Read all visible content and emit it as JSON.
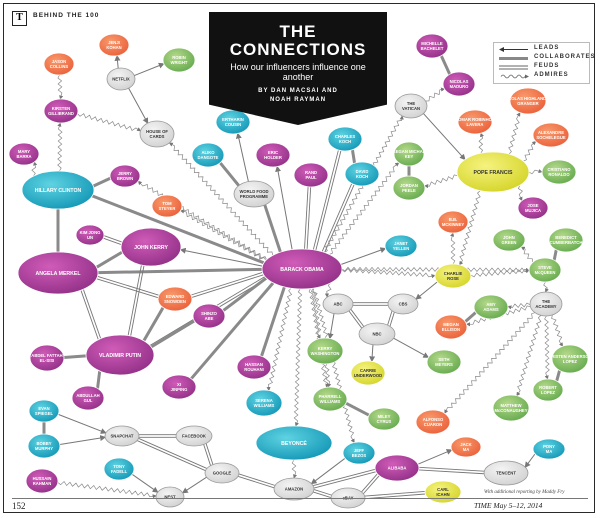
{
  "header": {
    "logo": "T",
    "section": "BEHIND THE 100"
  },
  "title": {
    "line1": "THE",
    "line2": "CONNECTIONS",
    "subtitle": "How our influencers influence one another",
    "byline1": "BY DAN MACSAI AND",
    "byline2": "NOAH RAYMAN"
  },
  "legend": {
    "items": [
      {
        "key": "leads",
        "label": "LEADS"
      },
      {
        "key": "collaborates",
        "label": "COLLABORATES"
      },
      {
        "key": "feuds",
        "label": "FEUDS"
      },
      {
        "key": "admires",
        "label": "ADMIRES"
      }
    ]
  },
  "colors": {
    "magenta": "#b0389a",
    "orange": "#f3784e",
    "teal": "#1ab3c9",
    "green": "#8cc16a",
    "yellow": "#eae93f",
    "gray": "#e3e3e3",
    "line": "#8d8d8d"
  },
  "nodes": [
    {
      "id": "mary_barra",
      "label": "MARY BARRA",
      "color": "magenta"
    },
    {
      "id": "hillary_clinton",
      "label": "HILLARY CLINTON",
      "color": "teal"
    },
    {
      "id": "kirsten_gillibrand",
      "label": "KIRSTEN GILLIBRAND",
      "color": "magenta"
    },
    {
      "id": "jason_collins",
      "label": "JASON COLLINS",
      "color": "orange"
    },
    {
      "id": "jenji_kohan",
      "label": "JENJI KOHAN",
      "color": "orange"
    },
    {
      "id": "robin_wright",
      "label": "ROBIN WRIGHT",
      "color": "green"
    },
    {
      "id": "netflix",
      "label": "NETFLIX",
      "color": "gray"
    },
    {
      "id": "house_of_cards",
      "label": "HOUSE OF CARDS",
      "color": "gray"
    },
    {
      "id": "jerry_brown",
      "label": "JERRY BROWN",
      "color": "magenta"
    },
    {
      "id": "tom_steyer",
      "label": "TOM STEYER",
      "color": "orange"
    },
    {
      "id": "kim_jong_un",
      "label": "KIM JONG UN",
      "color": "magenta"
    },
    {
      "id": "john_kerry",
      "label": "JOHN KERRY",
      "color": "magenta"
    },
    {
      "id": "angela_merkel",
      "label": "ANGELA MERKEL",
      "color": "magenta"
    },
    {
      "id": "edward_snowden",
      "label": "EDWARD SNOWDEN",
      "color": "orange"
    },
    {
      "id": "vladimir_putin",
      "label": "VLADIMIR PUTIN",
      "color": "magenta"
    },
    {
      "id": "abdel_fattah_el_sisi",
      "label": "ABDEL FATTAH EL-SISI",
      "color": "magenta"
    },
    {
      "id": "abdullah_gul",
      "label": "ABDULLAH GUL",
      "color": "magenta"
    },
    {
      "id": "shinzo_abe",
      "label": "SHINZO ABE",
      "color": "magenta"
    },
    {
      "id": "xi_jinping",
      "label": "XI JINPING",
      "color": "magenta"
    },
    {
      "id": "hassan_rouhani",
      "label": "HASSAN ROUHANI",
      "color": "magenta"
    },
    {
      "id": "ertharin_cousin",
      "label": "ERTHARIN COUSIN",
      "color": "teal"
    },
    {
      "id": "aliko_dangote",
      "label": "ALIKO DANGOTE",
      "color": "teal"
    },
    {
      "id": "world_food_programme",
      "label": "WORLD FOOD PROGRAMME",
      "color": "gray"
    },
    {
      "id": "eric_holder",
      "label": "ERIC HOLDER",
      "color": "magenta"
    },
    {
      "id": "rand_paul",
      "label": "RAND PAUL",
      "color": "magenta"
    },
    {
      "id": "charles_koch",
      "label": "CHARLES KOCH",
      "color": "teal"
    },
    {
      "id": "david_koch",
      "label": "DAVID KOCH",
      "color": "teal"
    },
    {
      "id": "keegan_michael_key",
      "label": "KEEGAN MICHAEL KEY",
      "color": "green"
    },
    {
      "id": "jordan_peele",
      "label": "JORDAN PEELE",
      "color": "green"
    },
    {
      "id": "barack_obama",
      "label": "BARACK OBAMA",
      "color": "magenta"
    },
    {
      "id": "janet_yellen",
      "label": "JANET YELLEN",
      "color": "teal"
    },
    {
      "id": "michelle_bachelet",
      "label": "MICHELLE BACHELET",
      "color": "magenta"
    },
    {
      "id": "nicolas_maduro",
      "label": "NICOLAS MADURO",
      "color": "magenta"
    },
    {
      "id": "the_vatican",
      "label": "THE VATICAN",
      "color": "gray"
    },
    {
      "id": "nicolas_oscar_sanders_granger",
      "label": "NICOLAS HIGHLANDER GRANGER",
      "color": "orange"
    },
    {
      "id": "robinho",
      "label": "OMAR ROBINHO LAVERA",
      "color": "orange"
    },
    {
      "id": "alexandre",
      "label": "ALEXANDRE SOCHELEGUE",
      "color": "orange"
    },
    {
      "id": "pope_francis",
      "label": "POPE FRANCIS",
      "color": "yellow"
    },
    {
      "id": "cristiano_ronaldo",
      "label": "CRISTIANO RONALDO",
      "color": "green"
    },
    {
      "id": "jose_mujica",
      "label": "JOSE MUJICA",
      "color": "magenta"
    },
    {
      "id": "bb_mckinney",
      "label": "B.B. MCKINNEY",
      "color": "orange"
    },
    {
      "id": "john_green",
      "label": "JOHN GREEN",
      "color": "green"
    },
    {
      "id": "benedict_cumberbatch",
      "label": "BENEDICT CUMBERBATCH",
      "color": "green"
    },
    {
      "id": "charlie_rose",
      "label": "CHARLIE ROSE",
      "color": "yellow"
    },
    {
      "id": "steve_mcqueen",
      "label": "STEVE McQUEEN",
      "color": "green"
    },
    {
      "id": "abc",
      "label": "ABC",
      "color": "gray"
    },
    {
      "id": "cbs",
      "label": "CBS",
      "color": "gray"
    },
    {
      "id": "nbc",
      "label": "NBC",
      "color": "gray"
    },
    {
      "id": "amy_adams",
      "label": "AMY ADAMS",
      "color": "green"
    },
    {
      "id": "megan_ellison",
      "label": "MEGAN ELLISON",
      "color": "orange"
    },
    {
      "id": "the_academy",
      "label": "THE ACADEMY",
      "color": "gray"
    },
    {
      "id": "kerry_washington",
      "label": "KERRY WASHINGTON",
      "color": "green"
    },
    {
      "id": "carrie_underwood",
      "label": "CARRIE UNDERWOOD",
      "color": "yellow"
    },
    {
      "id": "seth_meyers",
      "label": "SETH MEYERS",
      "color": "green"
    },
    {
      "id": "kristen_anderson_lopez",
      "label": "KRISTEN ANDERSON LOPEZ",
      "color": "green"
    },
    {
      "id": "robert_lopez",
      "label": "ROBERT LOPEZ",
      "color": "green"
    },
    {
      "id": "matthew_mcconaughey",
      "label": "MATTHEW McCONAUGHEY",
      "color": "green"
    },
    {
      "id": "serena_williams",
      "label": "SERENA WILLIAMS",
      "color": "teal"
    },
    {
      "id": "pharrell_williams",
      "label": "PHARRELL WILLIAMS",
      "color": "green"
    },
    {
      "id": "miley_cyrus",
      "label": "MILEY CYRUS",
      "color": "green"
    },
    {
      "id": "alfonso_cuaron",
      "label": "ALFONSO CUARON",
      "color": "orange"
    },
    {
      "id": "evan_spiegel",
      "label": "EVAN SPIEGEL",
      "color": "teal"
    },
    {
      "id": "bobby_murphy",
      "label": "BOBBY MURPHY",
      "color": "teal"
    },
    {
      "id": "snapchat",
      "label": "SNAPCHAT",
      "color": "gray"
    },
    {
      "id": "facebook",
      "label": "FACEBOOK",
      "color": "gray"
    },
    {
      "id": "beyonce",
      "label": "BEYONCÉ",
      "color": "teal"
    },
    {
      "id": "jeff_bezos",
      "label": "JEFF BEZOS",
      "color": "teal"
    },
    {
      "id": "jack_ma",
      "label": "JACK MA",
      "color": "orange"
    },
    {
      "id": "pony_ma",
      "label": "PONY MA",
      "color": "teal"
    },
    {
      "id": "tony_fadell",
      "label": "TONY FADELL",
      "color": "teal"
    },
    {
      "id": "hussain_rahman",
      "label": "HUSSAIN RAHMAN",
      "color": "magenta"
    },
    {
      "id": "google",
      "label": "GOOGLE",
      "color": "gray"
    },
    {
      "id": "nest",
      "label": "NEST",
      "color": "gray"
    },
    {
      "id": "amazon",
      "label": "AMAZON",
      "color": "gray"
    },
    {
      "id": "alibaba",
      "label": "ALIBABA",
      "color": "magenta"
    },
    {
      "id": "tencent",
      "label": "TENCENT",
      "color": "gray"
    },
    {
      "id": "ebay",
      "label": "eBAY",
      "color": "gray"
    },
    {
      "id": "carl_icahn",
      "label": "CARL ICAHN",
      "color": "yellow"
    }
  ],
  "edges": [
    [
      "barack_obama",
      "angela_merkel",
      "collaborates"
    ],
    [
      "barack_obama",
      "john_kerry",
      "leads"
    ],
    [
      "barack_obama",
      "vladimir_putin",
      "feuds"
    ],
    [
      "barack_obama",
      "edward_snowden",
      "feuds"
    ],
    [
      "barack_obama",
      "shinzo_abe",
      "collaborates"
    ],
    [
      "barack_obama",
      "xi_jinping",
      "collaborates"
    ],
    [
      "barack_obama",
      "hassan_rouhani",
      "collaborates"
    ],
    [
      "barack_obama",
      "eric_holder",
      "leads"
    ],
    [
      "barack_obama",
      "rand_paul",
      "feuds"
    ],
    [
      "barack_obama",
      "charles_koch",
      "feuds"
    ],
    [
      "barack_obama",
      "david_koch",
      "feuds"
    ],
    [
      "barack_obama",
      "keegan_michael_key",
      "admires"
    ],
    [
      "barack_obama",
      "janet_yellen",
      "leads"
    ],
    [
      "barack_obama",
      "world_food_programme",
      "collaborates"
    ],
    [
      "barack_obama",
      "house_of_cards",
      "admires"
    ],
    [
      "barack_obama",
      "tom_steyer",
      "admires"
    ],
    [
      "barack_obama",
      "jerry_brown",
      "admires"
    ],
    [
      "barack_obama",
      "hillary_clinton",
      "collaborates"
    ],
    [
      "barack_obama",
      "the_vatican",
      "admires"
    ],
    [
      "barack_obama",
      "charlie_rose",
      "admires"
    ],
    [
      "barack_obama",
      "abc",
      "admires"
    ],
    [
      "barack_obama",
      "kerry_washington",
      "admires"
    ],
    [
      "barack_obama",
      "pharrell_williams",
      "admires"
    ],
    [
      "barack_obama",
      "beyonce",
      "admires"
    ],
    [
      "barack_obama",
      "serena_williams",
      "admires"
    ],
    [
      "barack_obama",
      "jeff_bezos",
      "admires"
    ],
    [
      "barack_obama",
      "steve_mcqueen",
      "admires"
    ],
    [
      "john_kerry",
      "angela_merkel",
      "collaborates"
    ],
    [
      "john_kerry",
      "vladimir_putin",
      "feuds"
    ],
    [
      "john_kerry",
      "kim_jong_un",
      "feuds"
    ],
    [
      "angela_merkel",
      "vladimir_putin",
      "feuds"
    ],
    [
      "angela_merkel",
      "edward_snowden",
      "feuds"
    ],
    [
      "vladimir_putin",
      "edward_snowden",
      "collaborates"
    ],
    [
      "vladimir_putin",
      "abdel_fattah_el_sisi",
      "collaborates"
    ],
    [
      "vladimir_putin",
      "abdullah_gul",
      "collaborates"
    ],
    [
      "vladimir_putin",
      "shinzo_abe",
      "collaborates"
    ],
    [
      "hillary_clinton",
      "mary_barra",
      "admires"
    ],
    [
      "hillary_clinton",
      "kirsten_gillibrand",
      "admires"
    ],
    [
      "hillary_clinton",
      "angela_merkel",
      "collaborates"
    ],
    [
      "hillary_clinton",
      "jerry_brown",
      "collaborates"
    ],
    [
      "kirsten_gillibrand",
      "house_of_cards",
      "admires"
    ],
    [
      "netflix",
      "house_of_cards",
      "leads"
    ],
    [
      "netflix",
      "jenji_kohan",
      "leads"
    ],
    [
      "netflix",
      "robin_wright",
      "leads"
    ],
    [
      "jason_collins",
      "kirsten_gillibrand",
      "admires"
    ],
    [
      "world_food_programme",
      "ertharin_cousin",
      "leads"
    ],
    [
      "world_food_programme",
      "aliko_dangote",
      "collaborates"
    ],
    [
      "charles_koch",
      "david_koch",
      "collaborates"
    ],
    [
      "keegan_michael_key",
      "jordan_peele",
      "collaborates"
    ],
    [
      "the_vatican",
      "pope_francis",
      "leads"
    ],
    [
      "the_vatican",
      "nicolas_maduro",
      "admires"
    ],
    [
      "nicolas_maduro",
      "michelle_bachelet",
      "collaborates"
    ],
    [
      "pope_francis",
      "nicolas_oscar_sanders_granger",
      "admires"
    ],
    [
      "pope_francis",
      "robinho",
      "admires"
    ],
    [
      "pope_francis",
      "alexandre",
      "admires"
    ],
    [
      "pope_francis",
      "cristiano_ronaldo",
      "admires"
    ],
    [
      "pope_francis",
      "jose_mujica",
      "admires"
    ],
    [
      "pope_francis",
      "charlie_rose",
      "admires"
    ],
    [
      "pope_francis",
      "jordan_peele",
      "admires"
    ],
    [
      "charlie_rose",
      "bb_mckinney",
      "admires"
    ],
    [
      "charlie_rose",
      "cbs",
      "leads"
    ],
    [
      "charlie_rose",
      "steve_mcqueen",
      "admires"
    ],
    [
      "steve_mcqueen",
      "john_green",
      "admires"
    ],
    [
      "steve_mcqueen",
      "benedict_cumberbatch",
      "collaborates"
    ],
    [
      "steve_mcqueen",
      "the_academy",
      "admires"
    ],
    [
      "abc",
      "cbs",
      "feuds"
    ],
    [
      "cbs",
      "nbc",
      "feuds"
    ],
    [
      "abc",
      "nbc",
      "feuds"
    ],
    [
      "abc",
      "kerry_washington",
      "leads"
    ],
    [
      "nbc",
      "carrie_underwood",
      "leads"
    ],
    [
      "nbc",
      "seth_meyers",
      "leads"
    ],
    [
      "the_academy",
      "amy_adams",
      "admires"
    ],
    [
      "the_academy",
      "megan_ellison",
      "admires"
    ],
    [
      "the_academy",
      "kristen_anderson_lopez",
      "admires"
    ],
    [
      "the_academy",
      "robert_lopez",
      "admires"
    ],
    [
      "the_academy",
      "matthew_mcconaughey",
      "admires"
    ],
    [
      "the_academy",
      "alfonso_cuaron",
      "admires"
    ],
    [
      "amy_adams",
      "megan_ellison",
      "collaborates"
    ],
    [
      "kristen_anderson_lopez",
      "robert_lopez",
      "collaborates"
    ],
    [
      "pharrell_williams",
      "miley_cyrus",
      "collaborates"
    ],
    [
      "kerry_washington",
      "pharrell_williams",
      "admires"
    ],
    [
      "evan_spiegel",
      "snapchat",
      "leads"
    ],
    [
      "bobby_murphy",
      "snapchat",
      "leads"
    ],
    [
      "evan_spiegel",
      "bobby_murphy",
      "collaborates"
    ],
    [
      "snapchat",
      "facebook",
      "feuds"
    ],
    [
      "facebook",
      "google",
      "feuds"
    ],
    [
      "google",
      "nest",
      "leads"
    ],
    [
      "tony_fadell",
      "nest",
      "leads"
    ],
    [
      "hussain_rahman",
      "nest",
      "admires"
    ],
    [
      "google",
      "amazon",
      "feuds"
    ],
    [
      "beyonce",
      "amazon",
      "admires"
    ],
    [
      "jeff_bezos",
      "amazon",
      "leads"
    ],
    [
      "amazon",
      "alibaba",
      "feuds"
    ],
    [
      "amazon",
      "ebay",
      "feuds"
    ],
    [
      "alibaba",
      "jack_ma",
      "leads"
    ],
    [
      "alibaba",
      "tencent",
      "feuds"
    ],
    [
      "pony_ma",
      "tencent",
      "leads"
    ],
    [
      "ebay",
      "carl_icahn",
      "feuds"
    ],
    [
      "alibaba",
      "ebay",
      "feuds"
    ],
    [
      "google",
      "snapchat",
      "feuds"
    ]
  ],
  "footer": {
    "page": "152",
    "issue": "TIME May 5–12, 2014",
    "credit": "With additional reporting by Maddy Fry"
  }
}
